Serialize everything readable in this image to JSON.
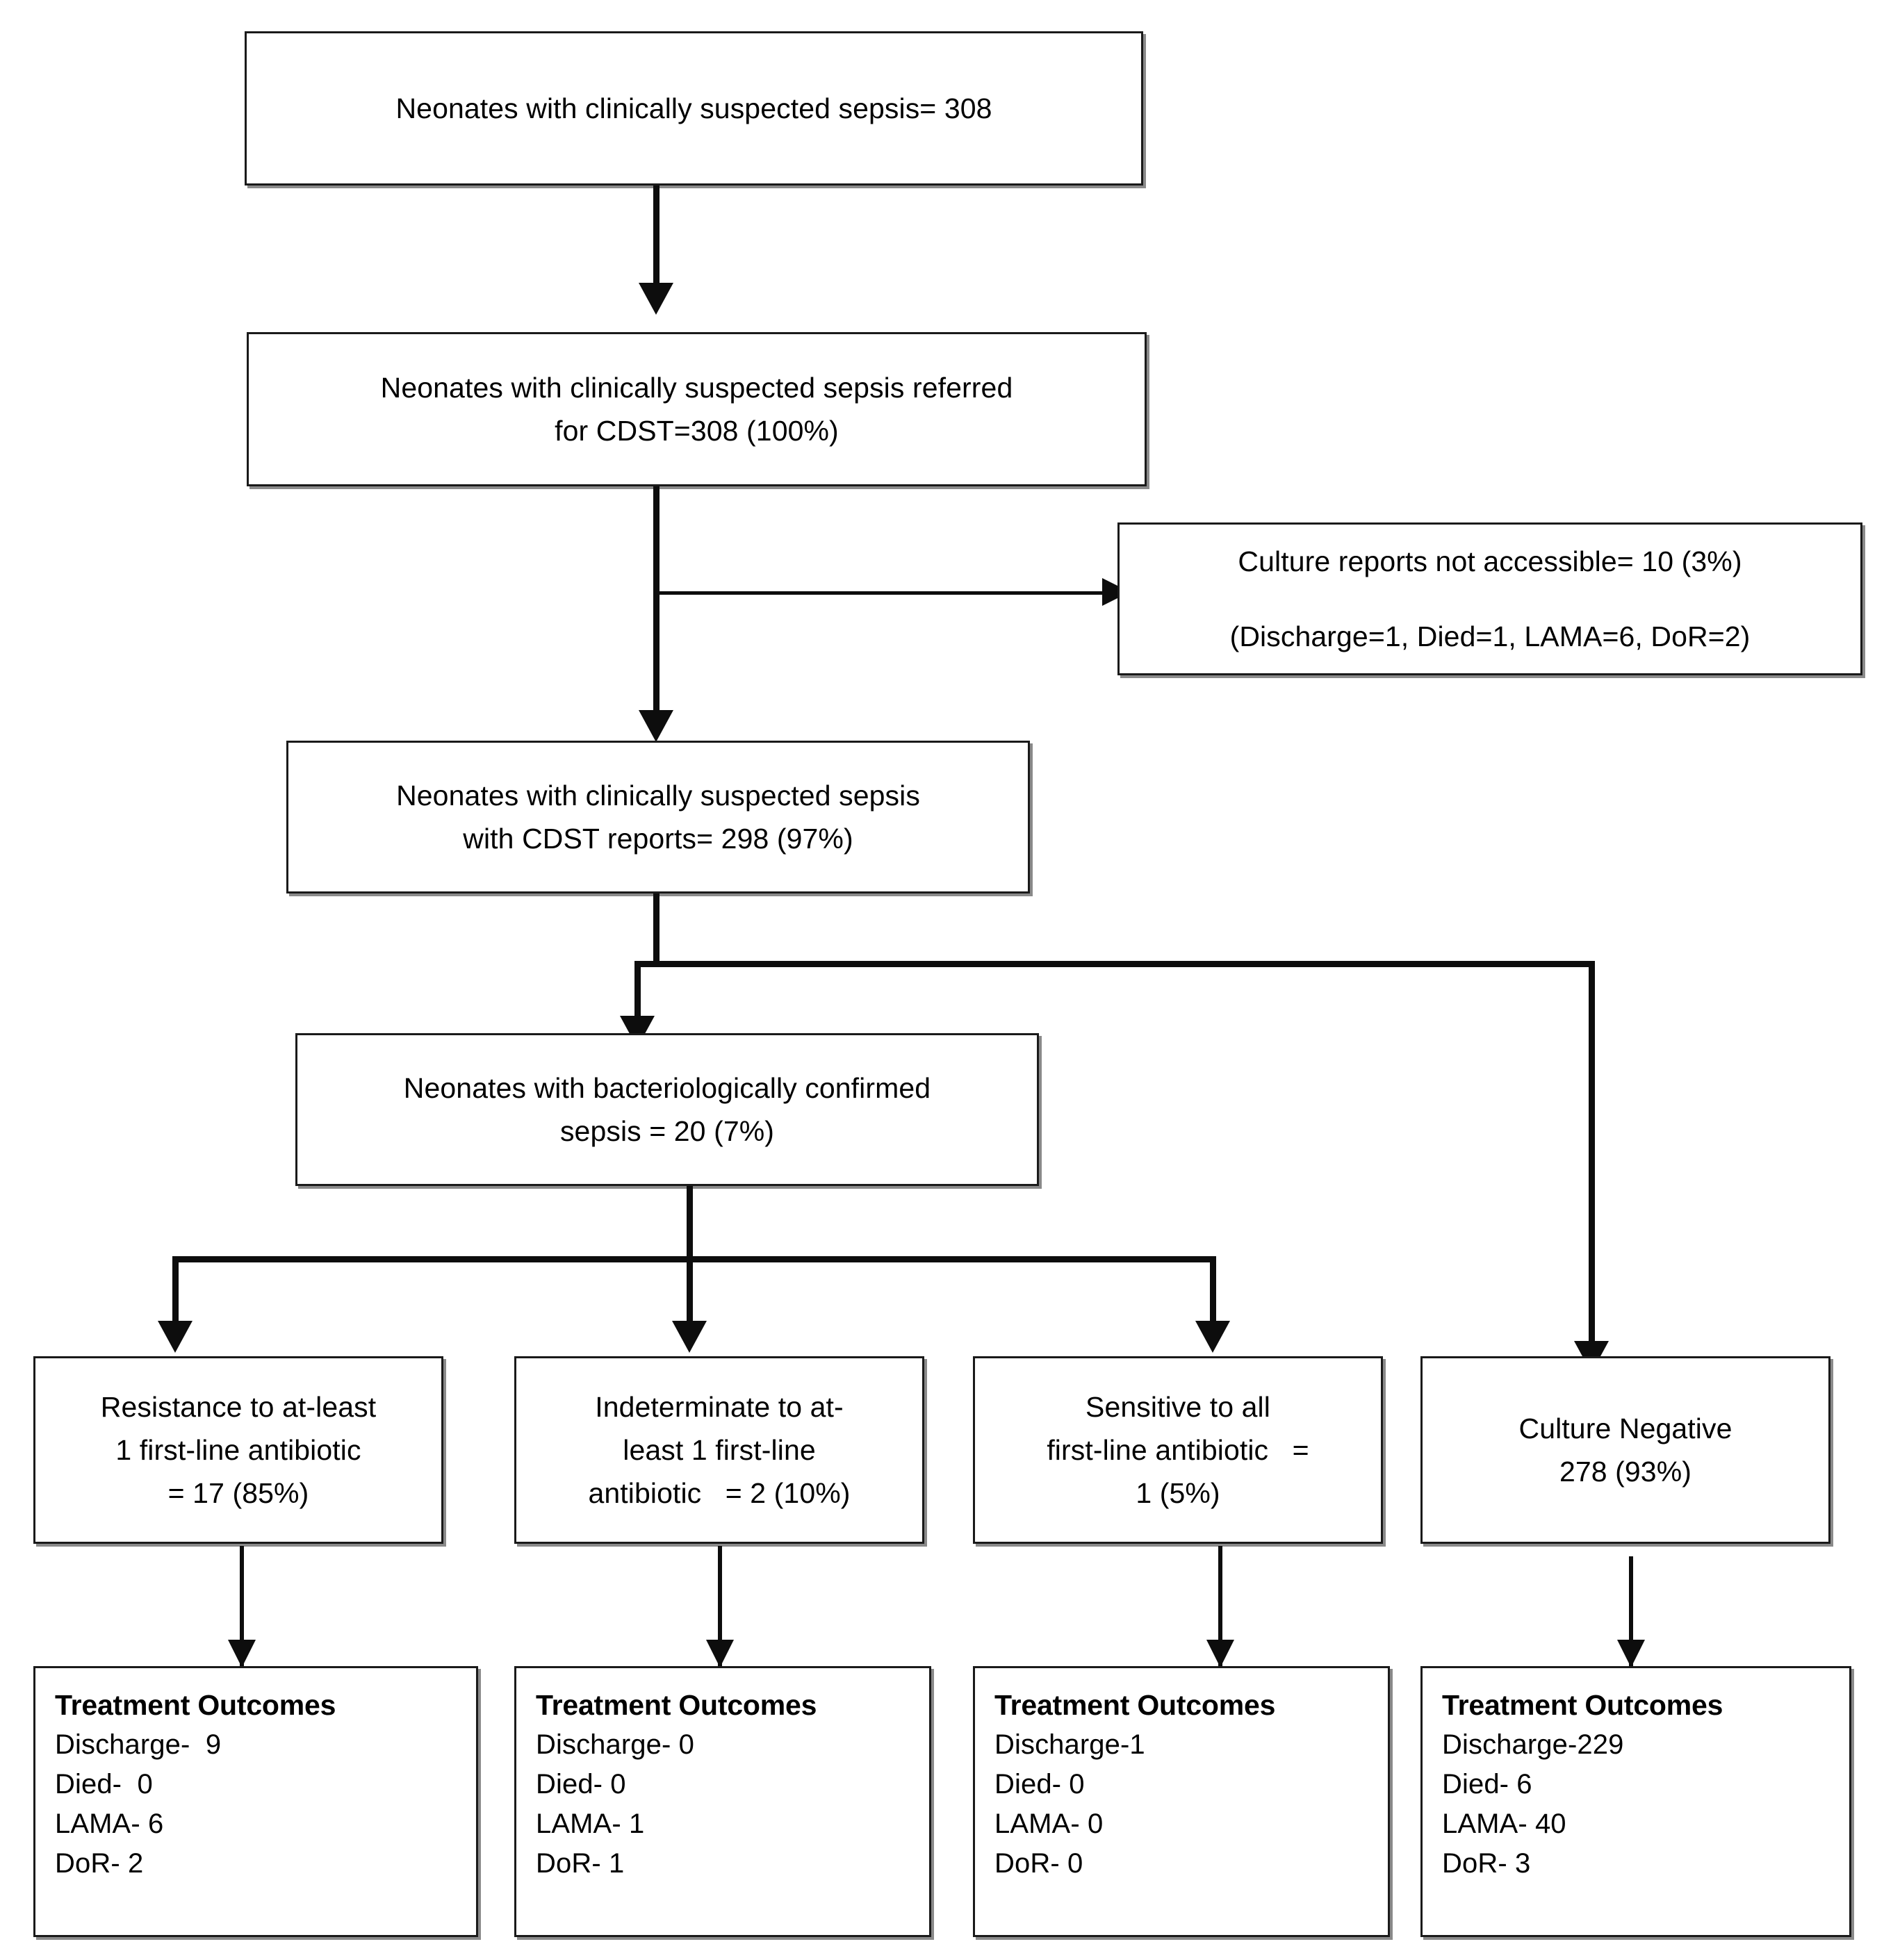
{
  "diagram": {
    "title": "Neonatal sepsis culture and drug sensitivity testing flowchart",
    "type": "flowchart",
    "colors": {
      "box_border": "#1a1a1a",
      "box_shadow": "#8a8a8a",
      "connector": "#0d0d0d",
      "background": "#ffffff",
      "text": "#000000"
    }
  },
  "nodes": {
    "enrolled": {
      "id": "enrolled",
      "lines": [
        "Neonates with clinically suspected sepsis= 308"
      ]
    },
    "referred": {
      "id": "referred",
      "lines": [
        "Neonates with clinically suspected sepsis referred",
        "for CDST=308 (100%)"
      ]
    },
    "not_accessible": {
      "id": "not-accessible",
      "lines": [
        "Culture reports not accessible= 10 (3%)",
        "(Discharge=1, Died=1, LAMA=6, DoR=2)"
      ]
    },
    "with_reports": {
      "id": "with-reports",
      "lines": [
        "Neonates with clinically suspected sepsis",
        "with CDST reports= 298 (97%)"
      ]
    },
    "confirmed": {
      "id": "confirmed",
      "lines": [
        "Neonates with bacteriologically confirmed",
        "sepsis = 20 (7%)"
      ]
    },
    "resistant": {
      "id": "resistant",
      "lines": [
        "Resistance to at-least",
        "1 first-line antibiotic",
        "= 17 (85%)"
      ]
    },
    "indeterminate": {
      "id": "indeterminate",
      "lines": [
        "Indeterminate to at-",
        "least 1 first-line",
        "antibiotic   = 2 (10%)"
      ]
    },
    "sensitive": {
      "id": "sensitive",
      "lines": [
        "Sensitive to all",
        "first-line antibiotic   =",
        "1 (5%)"
      ]
    },
    "culture_negative": {
      "id": "culture-negative",
      "lines": [
        "Culture Negative",
        "278 (93%)"
      ]
    },
    "outcome_resistant": {
      "id": "outcome-resistant",
      "heading": "Treatment Outcomes",
      "lines": [
        "Discharge-  9",
        "Died-  0",
        "LAMA- 6",
        "DoR- 2"
      ]
    },
    "outcome_indeterminate": {
      "id": "outcome-indeterminate",
      "heading": "Treatment Outcomes",
      "lines": [
        "Discharge- 0",
        "Died- 0",
        "LAMA- 1",
        "DoR- 1"
      ]
    },
    "outcome_sensitive": {
      "id": "outcome-sensitive",
      "heading": "Treatment Outcomes",
      "lines": [
        "Discharge-1",
        "Died- 0",
        "LAMA- 0",
        "DoR- 0"
      ]
    },
    "outcome_culture_negative": {
      "id": "outcome-culture-negative",
      "heading": "Treatment Outcomes",
      "lines": [
        "Discharge-229",
        "Died- 6",
        "LAMA- 40",
        "DoR- 3"
      ]
    }
  },
  "chart_data": {
    "type": "flowchart",
    "total_enrolled": 308,
    "referred_for_cdst": 308,
    "referred_percent": "100%",
    "reports_not_accessible": 10,
    "reports_not_accessible_percent": "3%",
    "reports_not_accessible_outcomes": {
      "Discharge": 1,
      "Died": 1,
      "LAMA": 6,
      "DoR": 2
    },
    "with_cdst_reports": 298,
    "with_cdst_reports_percent": "97%",
    "bacteriologically_confirmed": 20,
    "bacteriologically_confirmed_percent": "7%",
    "culture_negative": 278,
    "culture_negative_percent": "93%",
    "branches": [
      {
        "name": "Resistance to at-least 1 first-line antibiotic",
        "count": 17,
        "percent": "85%",
        "outcomes": {
          "Discharge": 9,
          "Died": 0,
          "LAMA": 6,
          "DoR": 2
        }
      },
      {
        "name": "Indeterminate to at-least 1 first-line antibiotic",
        "count": 2,
        "percent": "10%",
        "outcomes": {
          "Discharge": 0,
          "Died": 0,
          "LAMA": 1,
          "DoR": 1
        }
      },
      {
        "name": "Sensitive to all first-line antibiotic",
        "count": 1,
        "percent": "5%",
        "outcomes": {
          "Discharge": 1,
          "Died": 0,
          "LAMA": 0,
          "DoR": 0
        }
      },
      {
        "name": "Culture Negative",
        "count": 278,
        "percent": "93%",
        "outcomes": {
          "Discharge": 229,
          "Died": 6,
          "LAMA": 40,
          "DoR": 3
        }
      }
    ]
  }
}
